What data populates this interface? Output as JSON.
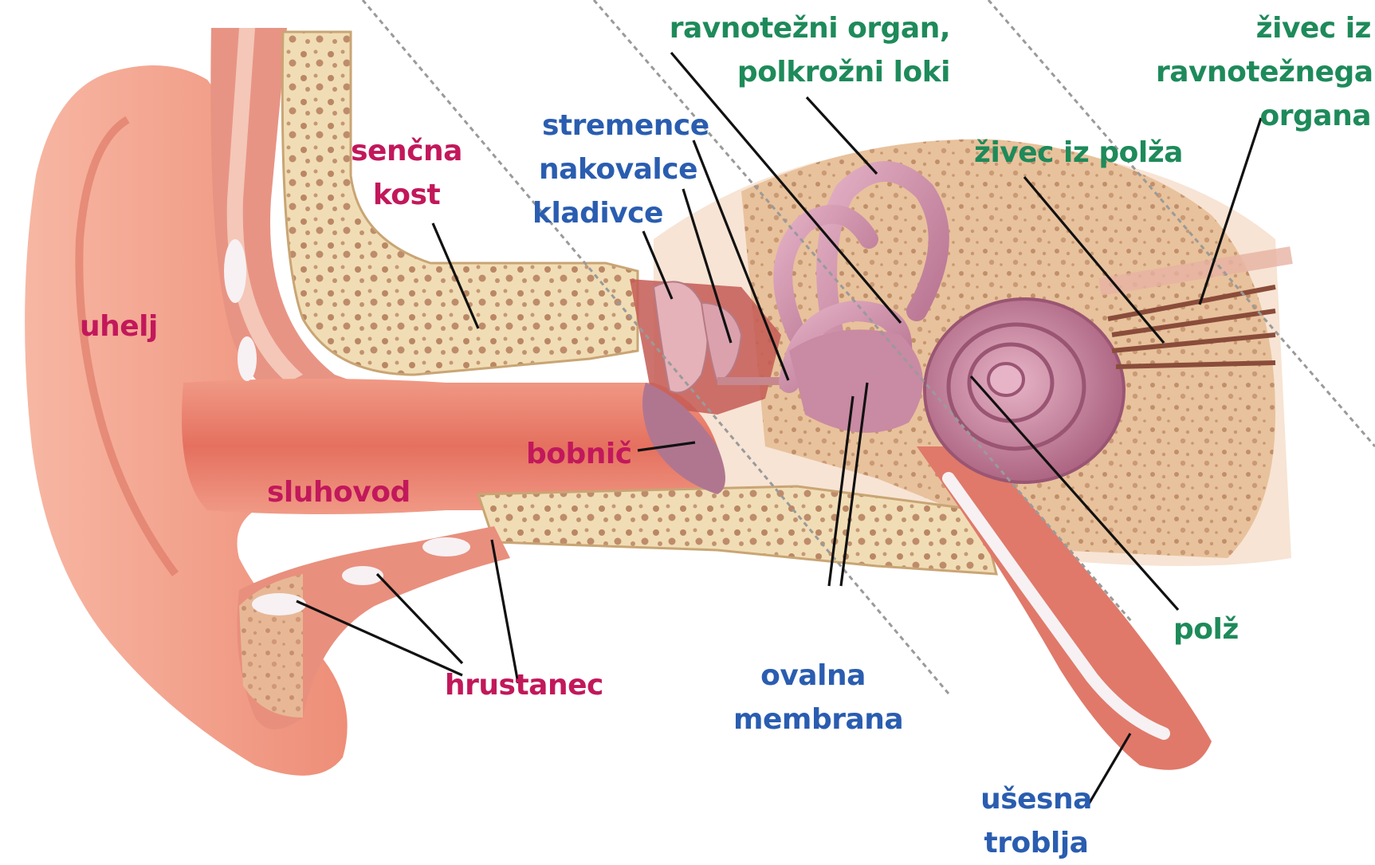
{
  "colors": {
    "outer_label": "#c2185b",
    "middle_label": "#2a5db0",
    "inner_label": "#1e8a5a",
    "skin": "#f2a08a",
    "skin_dark": "#e07a63",
    "canal": "#ef8f7c",
    "bone": "#f1ddb5",
    "bone_spots": "#a86a4b",
    "labyrinth": "#c98aa3",
    "cartilage": "#f7f1f3",
    "leader_line": "#111111",
    "divider": "#9a9a9a"
  },
  "labels": {
    "uhelj": "uhelj",
    "sencna_kost": [
      "senčna",
      "kost"
    ],
    "sluhovod": "sluhovod",
    "bobnic": "bobnič",
    "hrustanec": "hrustanec",
    "stremence": "stremence",
    "nakovalce": "nakovalce",
    "kladivce": "kladivce",
    "ovalna_membrana": [
      "ovalna",
      "membrana"
    ],
    "ravnotezni_organ": [
      "ravnotežni organ,",
      "polkrožni loki"
    ],
    "zivec_iz_polza": "živec iz polža",
    "zivec_iz_ravnoteznega_organa": [
      "živec iz",
      "ravnotežnega",
      "organa"
    ],
    "polz": "polž",
    "usesna_troblja": [
      "ušesna",
      "troblja"
    ]
  }
}
